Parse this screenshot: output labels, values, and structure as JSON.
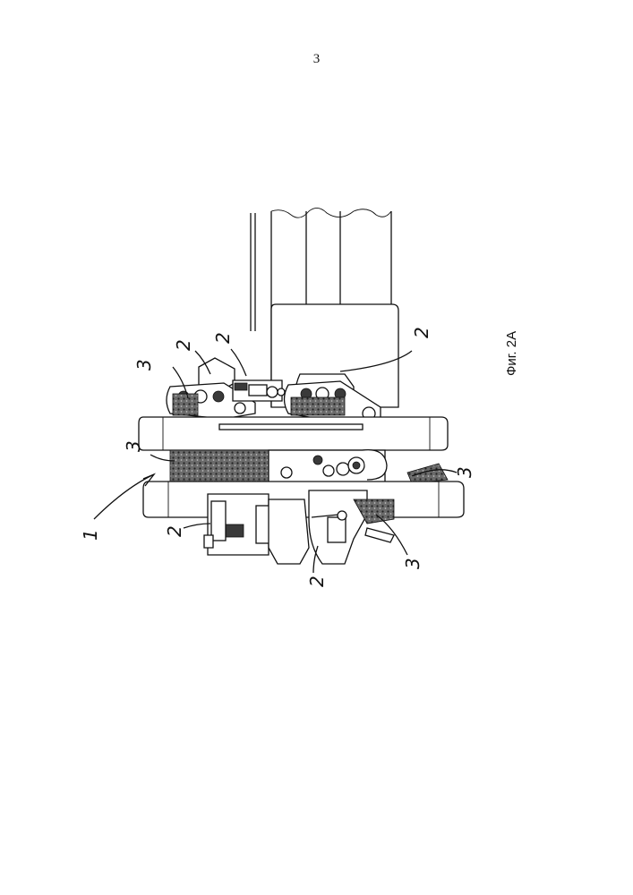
{
  "page_number": "3",
  "figure_caption": "Фиг. 2А",
  "reference_labels": {
    "assembly": "1",
    "component_a": "2",
    "component_b": "3"
  }
}
